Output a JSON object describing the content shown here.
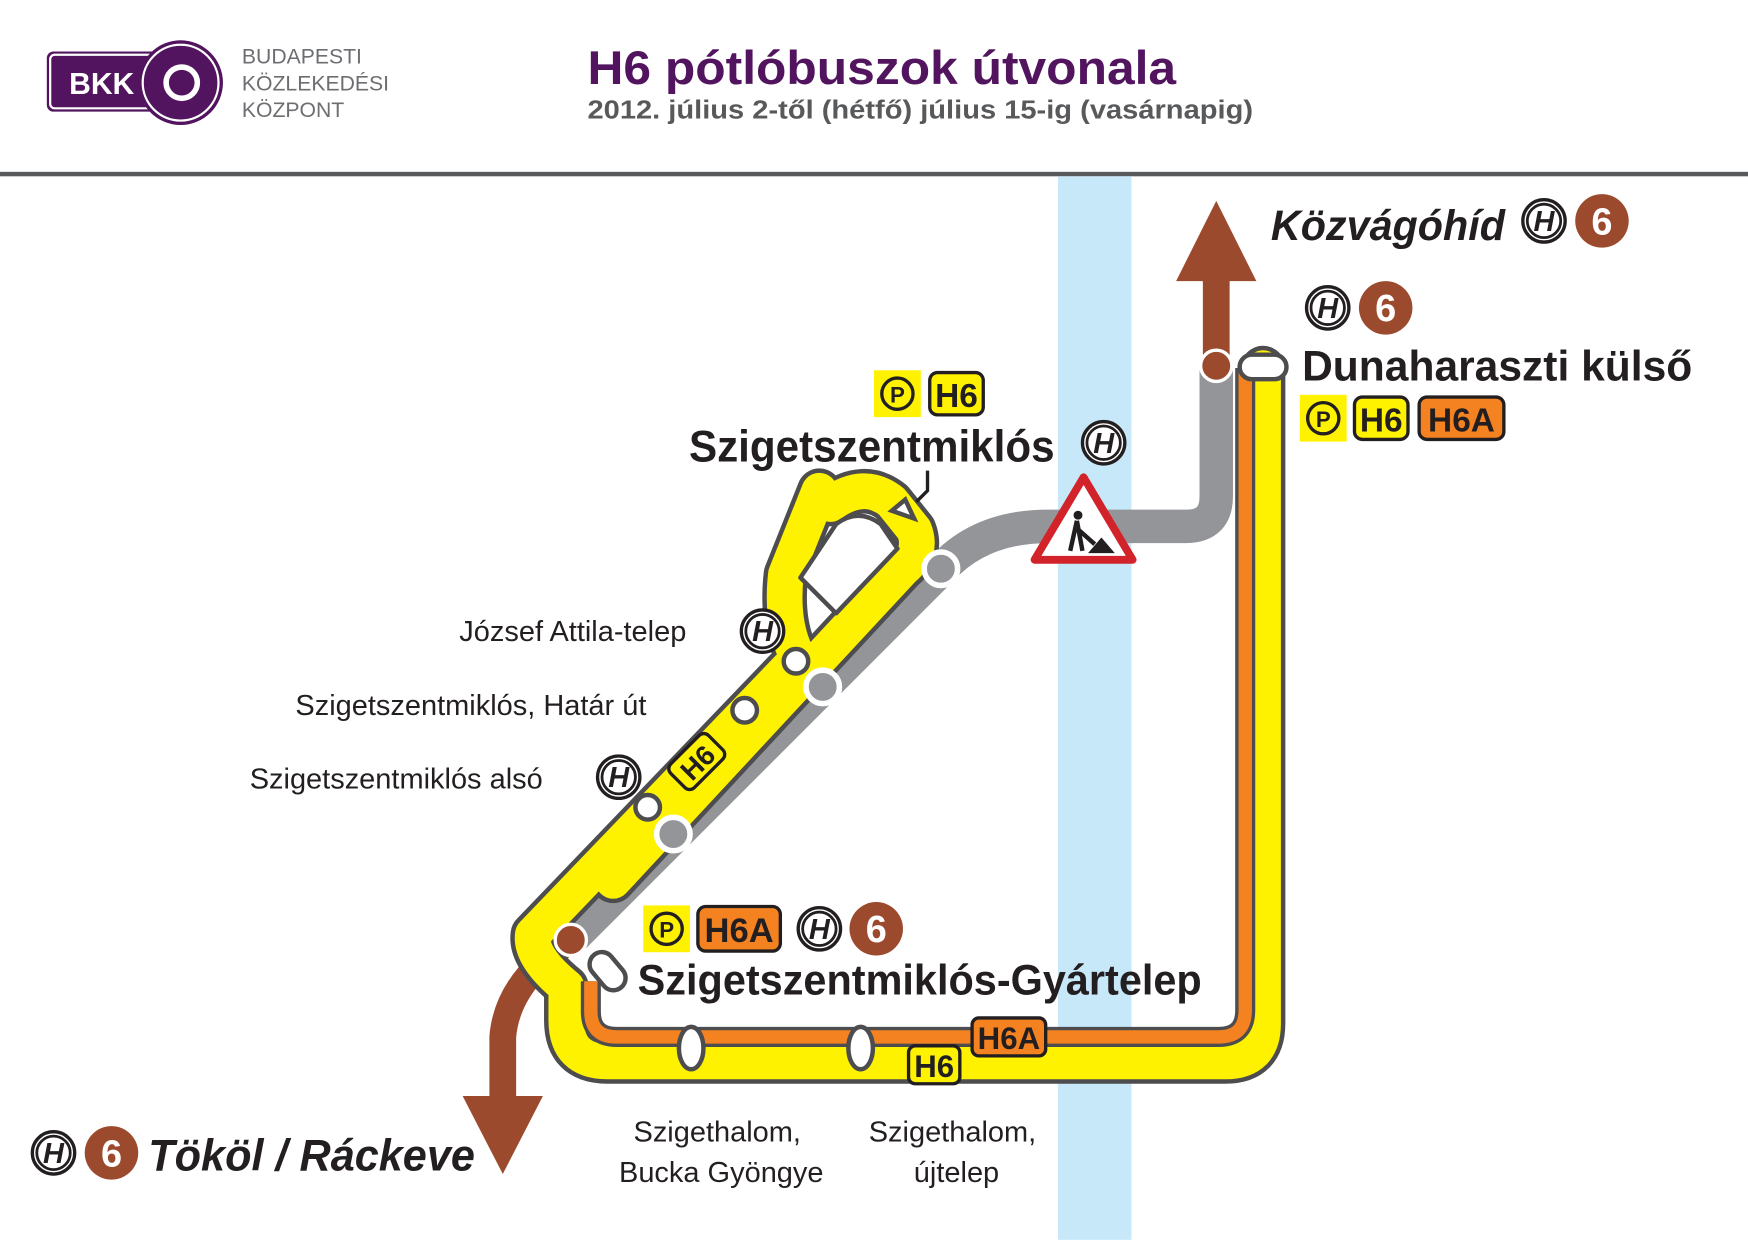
{
  "header": {
    "logo_text": "BKK",
    "org_lines": [
      "BUDAPESTI",
      "KÖZLEKEDÉSI",
      "KÖZPONT"
    ],
    "title": "H6 pótlóbuszok útvonala",
    "subtitle": "2012. július 2-től (hétfő) július 15-ig (vasárnapig)"
  },
  "icons": {
    "hev": "H",
    "park": "P",
    "tram": "6"
  },
  "lines": {
    "h6": "H6",
    "h6a": "H6A"
  },
  "stations": {
    "kozvagohid": "Közvágóhíd",
    "dunaharaszti": "Dunaharaszti külső",
    "szigetszentmiklos": "Szigetszentmiklós",
    "jozsef_attila": "József Attila-telep",
    "hatar_ut": "Szigetszentmiklós, Határ út",
    "also": "Szigetszentmiklós alsó",
    "gyartelep": "Szigetszentmiklós-Gyártelep",
    "bucka": [
      "Szigethalom,",
      "Bucka Gyöngye"
    ],
    "ujtelep": [
      "Szigethalom,",
      "újtelep"
    ],
    "tokol": "Tököl / Ráckeve"
  },
  "colors": {
    "brand": "#52145f",
    "h6": "#fff200",
    "h6a": "#f58220",
    "hev_line": "#939598",
    "tram": "#9c4a2e",
    "river": "#c6e8f8",
    "warning": "#d2232a"
  }
}
